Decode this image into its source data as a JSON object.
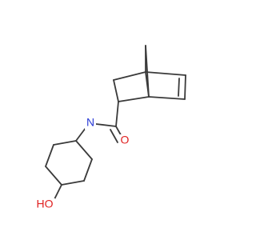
{
  "molecule": {
    "atoms": {
      "nitrogen": {
        "symbol": "N",
        "color": "#2a3bd6"
      },
      "carbonyl_oxygen": {
        "symbol": "O",
        "color": "#e02020"
      },
      "hydroxyl": {
        "symbol": "HO",
        "color": "#e02020"
      }
    },
    "bond_color": "#3a3a3a"
  }
}
